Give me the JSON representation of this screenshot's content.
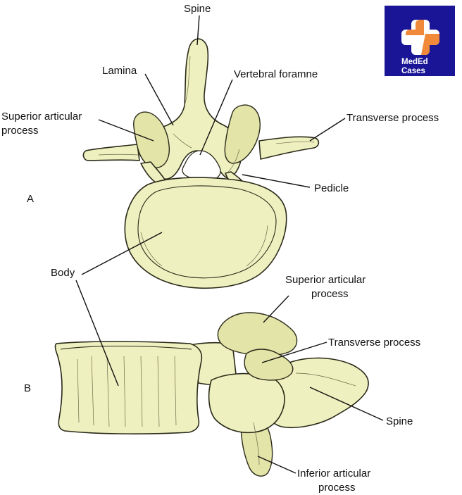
{
  "logo": {
    "line1": "MedEd",
    "line2": "Cases",
    "bg": "#1a1596",
    "accent": "#f08a3a"
  },
  "figure_a": {
    "letter": "A",
    "labels": {
      "spine": "Spine",
      "lamina": "Lamina",
      "vertebral_foramen": "Vertebral foramne",
      "superior_articular_1": "Superior articular",
      "superior_articular_2": "process",
      "transverse_process": "Transverse process",
      "pedicle": "Pedicle",
      "body": "Body"
    }
  },
  "figure_b": {
    "letter": "B",
    "labels": {
      "superior_articular_1": "Superior articular",
      "superior_articular_2": "process",
      "transverse_process": "Transverse process",
      "spine": "Spine",
      "inferior_articular_1": "Inferior articular",
      "inferior_articular_2": "process"
    }
  },
  "colors": {
    "bone": "#eff0bf",
    "outline": "#2a2a1a"
  }
}
